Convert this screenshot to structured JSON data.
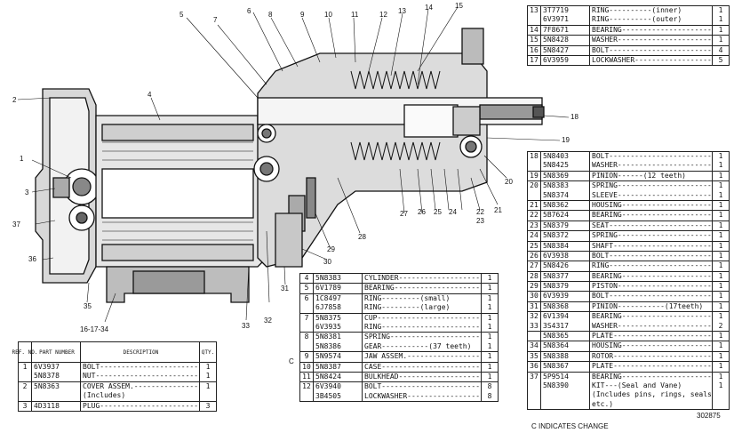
{
  "callouts": [
    "1",
    "2",
    "3",
    "4",
    "5",
    "6",
    "7",
    "8",
    "9",
    "10",
    "11",
    "12",
    "13",
    "14",
    "15",
    "16-17-34",
    "18",
    "19",
    "20",
    "21",
    "22",
    "23",
    "24",
    "25",
    "26",
    "27",
    "28",
    "29",
    "30",
    "31",
    "32",
    "33",
    "35",
    "36",
    "37"
  ],
  "parts_table_top_right": [
    {
      "ref": "13",
      "part": "3T7719",
      "desc": "RING----------(inner)",
      "qty": "1"
    },
    {
      "ref": "",
      "part": "6V3971",
      "desc": "RING----------(outer)",
      "qty": "1"
    },
    {
      "ref": "14",
      "part": "7F8671",
      "desc": "BEARING---------------------",
      "qty": "1"
    },
    {
      "ref": "15",
      "part": "5N8428",
      "desc": "WASHER----------------------",
      "qty": "1"
    },
    {
      "ref": "16",
      "part": "5N8427",
      "desc": "BOLT------------------------",
      "qty": "4"
    },
    {
      "ref": "17",
      "part": "6V3959",
      "desc": "LOCKWASHER------------------",
      "qty": "5"
    }
  ],
  "parts_table_right": [
    {
      "ref": "18",
      "part": "5N8403",
      "desc": "BOLT------------------------",
      "qty": "1"
    },
    {
      "ref": "",
      "part": "5N8425",
      "desc": "WASHER----------------------",
      "qty": "1"
    },
    {
      "ref": "19",
      "part": "5N8369",
      "desc": "PINION------(12 teeth)",
      "qty": "1"
    },
    {
      "ref": "20",
      "part": "5N8383",
      "desc": "SPRING----------------------",
      "qty": "1"
    },
    {
      "ref": "",
      "part": "5N8374",
      "desc": "SLEEVE----------------------",
      "qty": "1"
    },
    {
      "ref": "21",
      "part": "5N8362",
      "desc": "HOUSING---------------------",
      "qty": "1"
    },
    {
      "ref": "22",
      "part": "5B7624",
      "desc": "BEARING---------------------",
      "qty": "1"
    },
    {
      "ref": "23",
      "part": "5N8379",
      "desc": "SEAT------------------------",
      "qty": "1"
    },
    {
      "ref": "24",
      "part": "5N8372",
      "desc": "SPRING----------------------",
      "qty": "1"
    },
    {
      "ref": "25",
      "part": "5N8384",
      "desc": "SHAFT-----------------------",
      "qty": "1"
    },
    {
      "ref": "26",
      "part": "6V3938",
      "desc": "BOLT------------------------",
      "qty": "1"
    },
    {
      "ref": "27",
      "part": "5N8426",
      "desc": "RING------------------------",
      "qty": "1"
    },
    {
      "ref": "28",
      "part": "5N8377",
      "desc": "BEARING---------------------",
      "qty": "1"
    },
    {
      "ref": "29",
      "part": "5N8379",
      "desc": "PISTON----------------------",
      "qty": "1"
    },
    {
      "ref": "30",
      "part": "6V3939",
      "desc": "BOLT------------------------",
      "qty": "1"
    },
    {
      "ref": "31",
      "part": "5N8368",
      "desc": "PINION-----------(17teeth)",
      "qty": "1"
    },
    {
      "ref": "32",
      "part": "6V1394",
      "desc": "BEARING---------------------",
      "qty": "1"
    },
    {
      "ref": "33",
      "part": "3S4317",
      "desc": "WASHER----------------------",
      "qty": "2"
    },
    {
      "ref": "",
      "part": "5N8365",
      "desc": "PLATE-----------------------",
      "qty": "1"
    },
    {
      "ref": "34",
      "part": "5N8364",
      "desc": "HOUSING---------------------",
      "qty": "1"
    },
    {
      "ref": "35",
      "part": "5N8388",
      "desc": "ROTOR-----------------------",
      "qty": "1"
    },
    {
      "ref": "36",
      "part": "5N8367",
      "desc": "PLATE-----------------------",
      "qty": "1"
    },
    {
      "ref": "37",
      "part": "5P9514",
      "desc": "BEARING---------------------",
      "qty": "1"
    },
    {
      "ref": "",
      "part": "5N8390",
      "desc": "KIT---(Seal and Vane)",
      "qty": "1"
    },
    {
      "ref": "",
      "part": "",
      "desc": "(Includes pins, rings, seals, vane,",
      "qty": ""
    },
    {
      "ref": "",
      "part": "",
      "desc": "etc.)",
      "qty": ""
    }
  ],
  "parts_table_middle": [
    {
      "ref": "4",
      "part": "5N8383",
      "desc": "CYLINDER--------------------",
      "qty": "1"
    },
    {
      "ref": "5",
      "part": "6V1789",
      "desc": "BEARING---------------------",
      "qty": "1"
    },
    {
      "ref": "6",
      "part": "1C8497",
      "desc": "RING---------(small)",
      "qty": "1"
    },
    {
      "ref": "",
      "part": "6J7858",
      "desc": "RING---------(large)",
      "qty": "1"
    },
    {
      "ref": "7",
      "part": "5N8375",
      "desc": "CUP-------------------------",
      "qty": "1"
    },
    {
      "ref": "",
      "part": "6V3935",
      "desc": "RING------------------------",
      "qty": "1"
    },
    {
      "ref": "8",
      "part": "5N8381",
      "desc": "SPRING----------------------",
      "qty": "1"
    },
    {
      "ref": "",
      "part": "5N8386",
      "desc": "GEAR-----------(37 teeth)",
      "qty": "1"
    },
    {
      "ref": "9",
      "part": "5N9574",
      "desc": "JAW ASSEM.------------------",
      "qty": "1"
    },
    {
      "ref": "10",
      "part": "5N8387",
      "desc": "CASE------------------------",
      "qty": "1"
    },
    {
      "ref": "11",
      "part": "5N8424",
      "desc": "BULKHEAD--------------------",
      "qty": "1"
    },
    {
      "ref": "12",
      "part": "6V3940",
      "desc": "BOLT------------------------",
      "qty": "8"
    },
    {
      "ref": "",
      "part": "3B4505",
      "desc": "LOCKWASHER------------------",
      "qty": "8"
    }
  ],
  "parts_table_bottom_left": {
    "header": {
      "ref": "REF. NO.",
      "part": "PART NUMBER",
      "desc": "DESCRIPTION",
      "qty": "QTY."
    },
    "rows": [
      {
        "ref": "1",
        "part": "6V3937",
        "desc": "BOLT------------------------",
        "qty": "1"
      },
      {
        "ref": "",
        "part": "5N8378",
        "desc": "NUT-------------------------",
        "qty": "1"
      },
      {
        "ref": "2",
        "part": "5N8363",
        "desc": "COVER ASSEM.----------------",
        "qty": "1"
      },
      {
        "ref": "",
        "part": "",
        "desc": "(Includes)",
        "qty": ""
      },
      {
        "ref": "3",
        "part": "4D3118",
        "desc": "PLUG------------------------",
        "qty": "3"
      }
    ]
  },
  "change_marker": "C",
  "footer_note": "C INDICATES CHANGE",
  "drawing_number": "302875"
}
